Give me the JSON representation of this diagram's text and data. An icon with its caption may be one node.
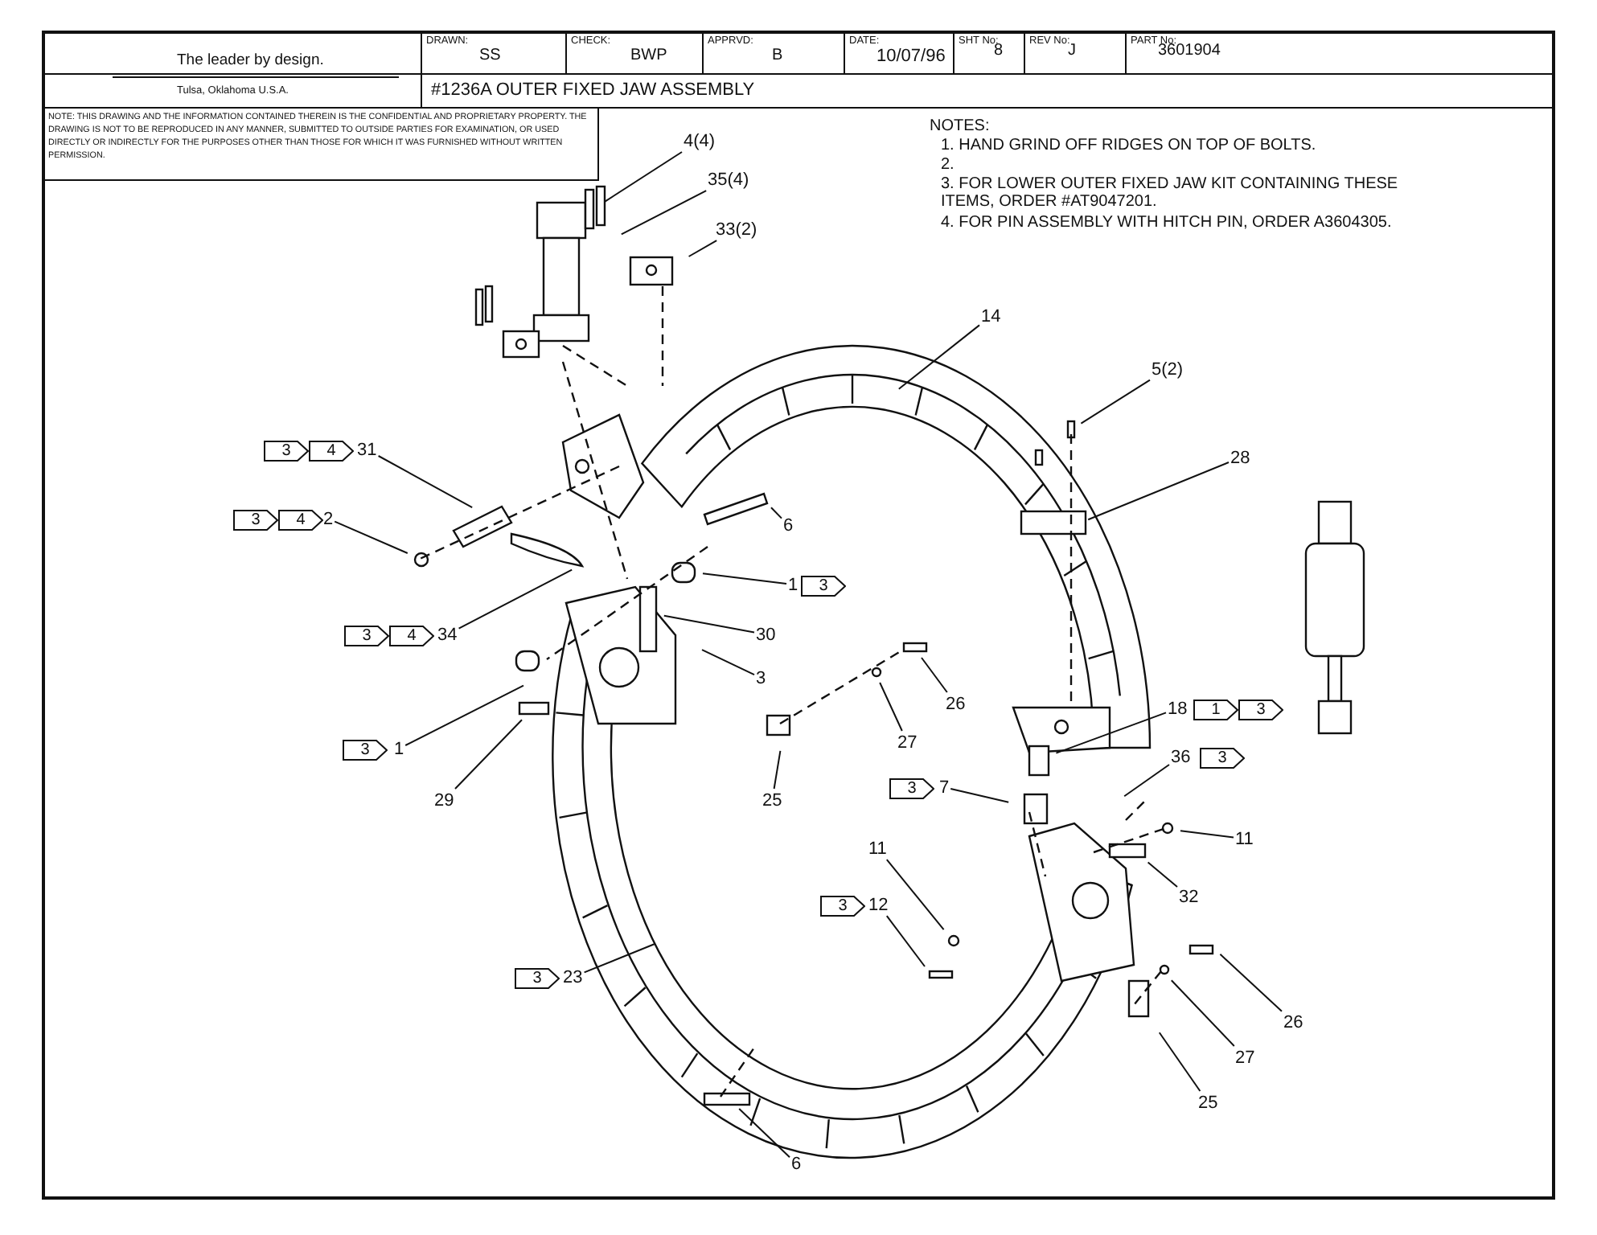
{
  "diagram": {
    "title": "#1236A OUTER FIXED JAW ASSEMBLY",
    "nodes": [
      {
        "text": [
          "4(4)"
        ]
      },
      {
        "text": [
          "35(4)"
        ]
      },
      {
        "text": [
          "33(2)"
        ]
      },
      {
        "text": [
          "14"
        ]
      },
      {
        "text": [
          "5(2)"
        ]
      },
      {
        "text": [
          "28"
        ]
      },
      {
        "text": [
          "31"
        ]
      },
      {
        "text": [
          "3"
        ]
      },
      {
        "text": [
          "4"
        ]
      },
      {
        "text": [
          "2"
        ]
      },
      {
        "text": [
          "3"
        ]
      },
      {
        "text": [
          "4"
        ]
      },
      {
        "text": [
          "6"
        ]
      },
      {
        "text": [
          "1"
        ]
      },
      {
        "text": [
          "3"
        ]
      },
      {
        "text": [
          "30"
        ]
      },
      {
        "text": [
          "34"
        ]
      },
      {
        "text": [
          "3"
        ]
      },
      {
        "text": [
          "4"
        ]
      },
      {
        "text": [
          "3"
        ]
      },
      {
        "text": [
          "1"
        ]
      },
      {
        "text": [
          "3"
        ]
      },
      {
        "text": [
          "29"
        ]
      },
      {
        "text": [
          "26"
        ]
      },
      {
        "text": [
          "27"
        ]
      },
      {
        "text": [
          "25"
        ]
      },
      {
        "text": [
          "18"
        ]
      },
      {
        "text": [
          "1"
        ]
      },
      {
        "text": [
          "3"
        ]
      },
      {
        "text": [
          "36"
        ]
      },
      {
        "text": [
          "3"
        ]
      },
      {
        "text": [
          "7"
        ]
      },
      {
        "text": [
          "3"
        ]
      },
      {
        "text": [
          "11"
        ]
      },
      {
        "text": [
          "32"
        ]
      },
      {
        "text": [
          "11"
        ]
      },
      {
        "text": [
          "12"
        ]
      },
      {
        "text": [
          "3"
        ]
      },
      {
        "text": [
          "23"
        ]
      },
      {
        "text": [
          "3"
        ]
      },
      {
        "text": [
          "26"
        ]
      },
      {
        "text": [
          "27"
        ]
      },
      {
        "text": [
          "25"
        ]
      },
      {
        "text": [
          "6"
        ]
      }
    ],
    "edges": [
      {
        "from": 0,
        "to": null,
        "arrow": "none"
      },
      {
        "from": 1,
        "to": null,
        "arrow": "none"
      },
      {
        "from": 2,
        "to": null,
        "arrow": "none"
      },
      {
        "from": 3,
        "to": null,
        "arrow": "none"
      },
      {
        "from": 4,
        "to": null,
        "arrow": "none"
      },
      {
        "from": 5,
        "to": null,
        "arrow": "none"
      },
      {
        "from": 6,
        "to": null,
        "arrow": "none"
      },
      {
        "from": 9,
        "to": null,
        "arrow": "none"
      },
      {
        "from": 12,
        "to": null,
        "arrow": "none"
      },
      {
        "from": 13,
        "to": null,
        "arrow": "none"
      },
      {
        "from": 15,
        "to": null,
        "arrow": "none"
      },
      {
        "from": 16,
        "to": null,
        "arrow": "none"
      },
      {
        "from": 19,
        "to": null,
        "arrow": "none"
      },
      {
        "from": 20,
        "to": null,
        "arrow": "none"
      },
      {
        "from": 22,
        "to": null,
        "arrow": "none"
      },
      {
        "from": 23,
        "to": null,
        "arrow": "none"
      },
      {
        "from": 24,
        "to": null,
        "arrow": "none"
      },
      {
        "from": 25,
        "to": null,
        "arrow": "none"
      },
      {
        "from": 26,
        "to": null,
        "arrow": "none"
      },
      {
        "from": 29,
        "to": null,
        "arrow": "none"
      },
      {
        "from": 31,
        "to": null,
        "arrow": "none"
      },
      {
        "from": 33,
        "to": null,
        "arrow": "none"
      },
      {
        "from": 34,
        "to": null,
        "arrow": "none"
      },
      {
        "from": 35,
        "to": null,
        "arrow": "none"
      },
      {
        "from": 36,
        "to": null,
        "arrow": "none"
      },
      {
        "from": 38,
        "to": null,
        "arrow": "none"
      },
      {
        "from": 40,
        "to": null,
        "arrow": "none"
      },
      {
        "from": 41,
        "to": null,
        "arrow": "none"
      },
      {
        "from": 42,
        "to": null,
        "arrow": "none"
      },
      {
        "from": 43,
        "to": null,
        "arrow": "none"
      }
    ],
    "labels": [
      "The leader by design.",
      "Tulsa, Oklahoma U.S.A.",
      "DRAWN:",
      "SS",
      "CHECK:",
      "BWP",
      "APPRVD:",
      "B",
      "DATE:",
      "10/07/96",
      "SHT No:",
      "8",
      "REV No:",
      "J",
      "PART No:",
      "3601904",
      "NOTE: THIS DRAWING AND THE INFORMATION CONTAINED THEREIN IS THE CONFIDENTIAL AND PROPRIETARY PROPERTY. THE DRAWING IS NOT TO BE REPRODUCED IN ANY MANNER, SUBMITTED TO OUTSIDE PARTIES FOR EXAMINATION, OR USED DIRECTLY OR INDIRECTLY FOR THE PURPOSES OTHER THAN THOSE FOR WHICH IT WAS FURNISHED WITHOUT WRITTEN PERMISSION.",
      "NOTES:",
      "1. HAND GRIND OFF RIDGES ON TOP OF BOLTS.",
      "2.",
      "3. FOR LOWER OUTER FIXED JAW KIT CONTAINING THESE ITEMS, ORDER #AT9047201.",
      "4. FOR PIN ASSEMBLY WITH HITCH PIN, ORDER A3604305."
    ]
  }
}
